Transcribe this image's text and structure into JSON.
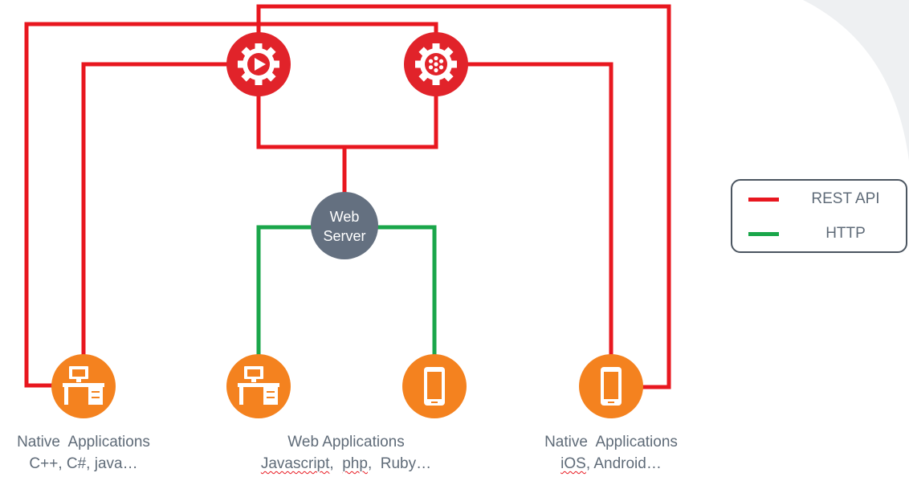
{
  "colors": {
    "rest_api": "#e8171f",
    "http": "#1aa64a",
    "gear_red": "#e1232a",
    "device_orange": "#f4821f",
    "server_gray": "#647080",
    "text": "#5f6b78",
    "deco_gray": "#eef0f2"
  },
  "nodes": {
    "web_server": {
      "line1": "Web",
      "line2": "Server"
    },
    "streaming_gear": {
      "icon": "play-gear-icon"
    },
    "media_gear": {
      "icon": "film-reel-gear-icon"
    }
  },
  "clients": [
    {
      "icon": "desktop-workstation-icon",
      "title": "Native  Applications",
      "subtitle": "C++, C#, java…"
    },
    {
      "icon": "desktop-workstation-icon",
      "title": "Web Applications",
      "subtitle_parts": [
        "Javascript",
        ",  ",
        "php",
        ",  Ruby…"
      ]
    },
    {
      "icon": "mobile-phone-icon"
    },
    {
      "icon": "mobile-phone-icon",
      "title": "Native  Applications",
      "subtitle_parts": [
        "iOS",
        ", Android…"
      ]
    }
  ],
  "legend": {
    "items": [
      {
        "label": "REST API",
        "color": "#e8171f"
      },
      {
        "label": "HTTP",
        "color": "#1aa64a"
      }
    ]
  }
}
